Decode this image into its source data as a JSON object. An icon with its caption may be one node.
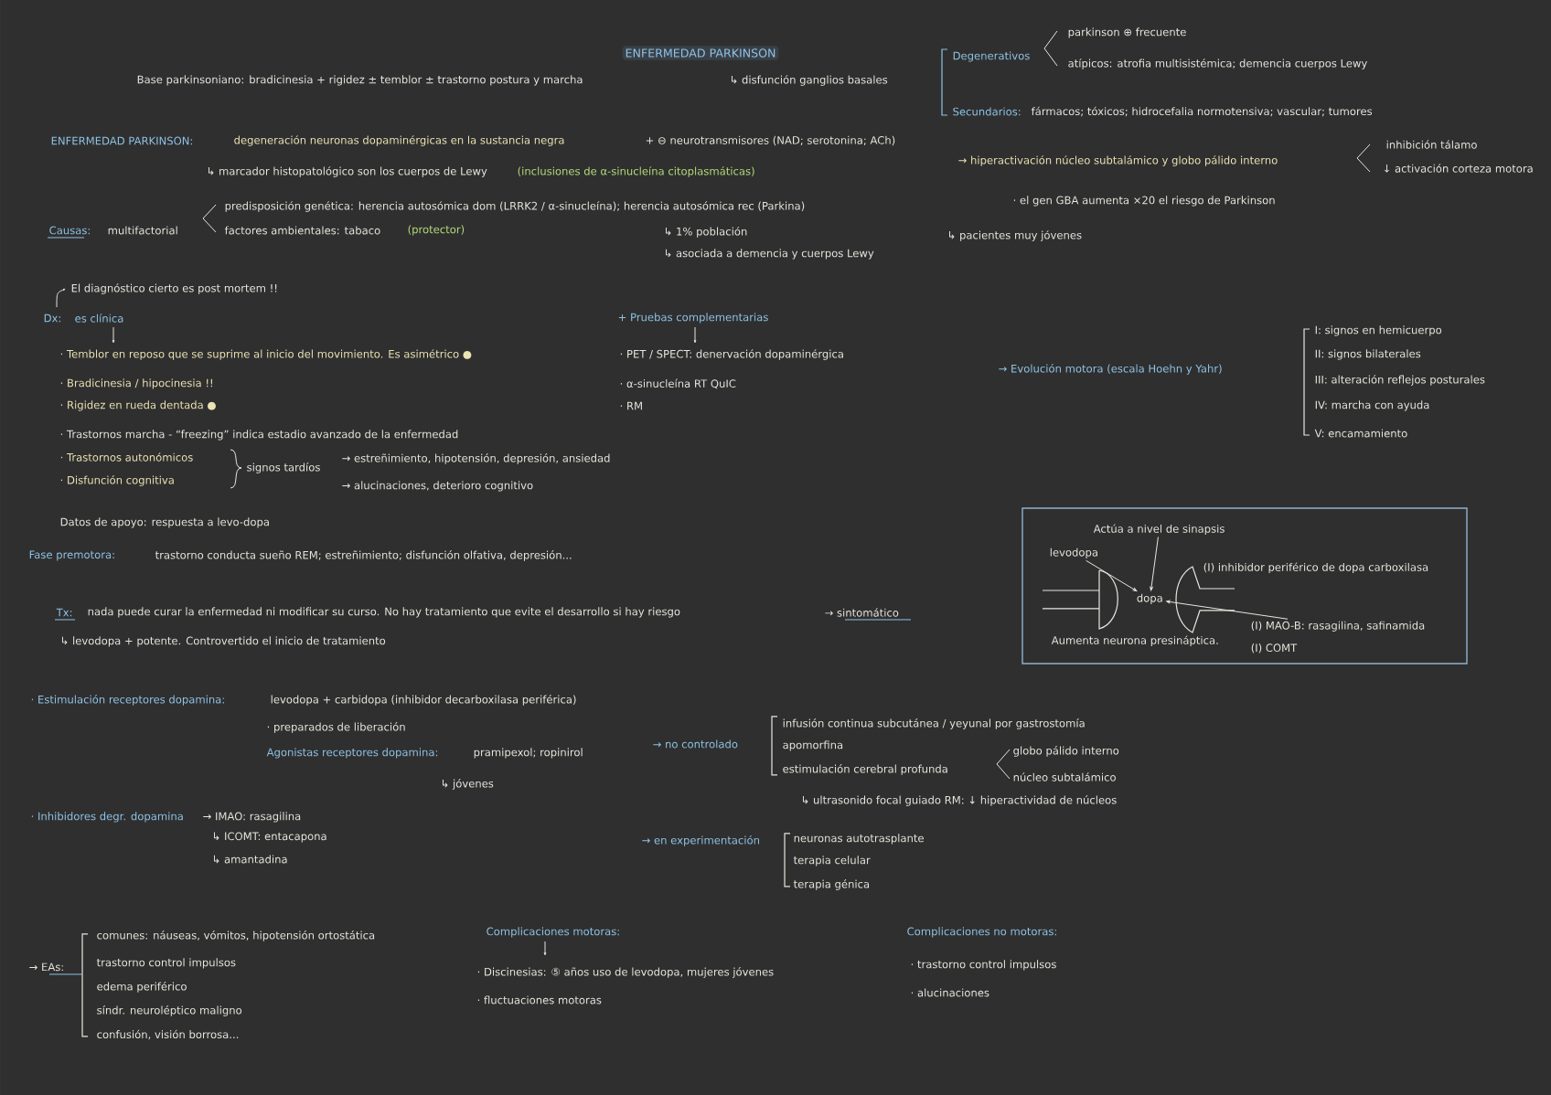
{
  "diagram": {
    "title": "ENFERMEDAD PARKINSON",
    "nodes": [
      {
        "text": [],
        "shape": "box"
      },
      {
        "text": [
          "Actúa a nivel de sinapsis"
        ],
        "in": 0
      },
      {
        "text": [
          "levodopa"
        ],
        "in": 0
      },
      {
        "text": [
          "dopa"
        ],
        "in": 0
      },
      {
        "text": [
          "(I) inhibidor periférico de dopa carboxilasa"
        ],
        "in": 0
      },
      {
        "text": [
          "(I) MAO-B: rasagilina, safinamida"
        ],
        "in": 0
      },
      {
        "text": [
          "(I) COMT"
        ],
        "in": 0
      },
      {
        "text": [
          "Aumenta neurona presináptica."
        ],
        "in": 0
      }
    ],
    "edges": [
      {
        "from": 1,
        "to": 3,
        "arrow": "to"
      },
      {
        "from": 2,
        "to": 3,
        "arrow": "to"
      },
      {
        "from": 5,
        "to": 3,
        "arrow": "to"
      }
    ],
    "labels": [
      "Base parkinsoniano: bradicinesia + rigidez ± temblor ± trastorno postura y marcha",
      "↳ disfunción ganglios basales",
      "Degenerativos",
      "parkinson ⊕ frecuente",
      "atípicos: atrofia multisistémica; demencia cuerpos Lewy",
      "Secundarios:",
      "fármacos; tóxicos; hidrocefalia normotensiva; vascular; tumores",
      "ENFERMEDAD PARKINSON:",
      "degeneración neuronas dopaminérgicas en la sustancia negra",
      "+ ⊖ neurotransmisores (NAD; serotonina; ACh)",
      "inhibición tálamo",
      "↳ marcador histopatológico son los cuerpos de Lewy",
      "(inclusiones de α-sinucleína citoplasmáticas)",
      "→ hiperactivación núcleo subtalámico y globo pálido interno",
      "↓ activación corteza motora",
      "predisposición genética: herencia autosómica dom (LRRK2 / α-sinucleína); herencia autosómica rec (Parkina)",
      "· el gen GBA aumenta ×20 el riesgo de Parkinson",
      "Causas:",
      "multifactorial",
      "factores ambientales: tabaco",
      "(protector)",
      "↳ 1% población",
      "↳ pacientes muy jóvenes",
      "↳ asociada a demencia y cuerpos Lewy",
      "El diagnóstico cierto es post mortem !!",
      "Dx:",
      "es clínica",
      "+ Pruebas complementarias",
      "· Temblor en reposo que se suprime al inicio del movimiento. Es asimétrico ●",
      "· PET / SPECT: denervación dopaminérgica",
      "→ Evolución motora (escala Hoehn y Yahr)",
      "I: signos en hemicuerpo",
      "II: signos bilaterales",
      "III: alteración reflejos posturales",
      "IV: marcha con ayuda",
      "V: encamamiento",
      "· Bradicinesia / hipocinesia !!",
      "· α-sinucleína RT QuIC",
      "· Rigidez en rueda dentada ●",
      "· RM",
      "· Trastornos marcha - “freezing” indica estadio avanzado de la enfermedad",
      "· Trastornos autonómicos",
      "· Disfunción cognitiva",
      "signos tardíos",
      "→ estreñimiento, hipotensión, depresión, ansiedad",
      "→ alucinaciones, deterioro cognitivo",
      "Datos de apoyo: respuesta a levo-dopa",
      "Fase premotora:",
      "trastorno conducta sueño REM; estreñimiento; disfunción olfativa, depresión...",
      "Tx:",
      "nada puede curar la enfermedad ni modificar su curso. No hay tratamiento que evite el desarrollo si hay riesgo",
      "→ sintomático",
      "↳ levodopa + potente. Controvertido el inicio de tratamiento",
      "· Estimulación receptores dopamina:",
      "levodopa + carbidopa (inhibidor decarboxilasa periférica)",
      "· preparados de liberación",
      "→ no controlado",
      "infusión continua subcutánea / yeyunal por gastrostomía",
      "apomorfina",
      "Agonistas receptores dopamina:",
      "pramipexol; ropinirol",
      "estimulación cerebral profunda",
      "globo pálido interno",
      "núcleo subtalámico",
      "↳ jóvenes",
      "↳ ultrasonido focal guiado RM: ↓ hiperactividad de núcleos",
      "· Inhibidores degr. dopamina",
      "→ IMAO: rasagilina",
      "↳ ICOMT: entacapona",
      "→ en experimentación",
      "neuronas autotrasplante",
      "↳ amantadina",
      "terapia celular",
      "terapia génica",
      "comunes: náuseas, vómitos, hipotensión ortostática",
      "Complicaciones motoras:",
      "Complicaciones no motoras:",
      "→ EAs:",
      "trastorno control impulsos",
      "· trastorno control impulsos",
      "· Discinesias: ⑤ años uso de levodopa, mujeres jóvenes",
      "edema periférico",
      "· alucinaciones",
      "· fluctuaciones motoras",
      "síndr. neuroléptico maligno",
      "confusión, visión borrosa..."
    ]
  }
}
